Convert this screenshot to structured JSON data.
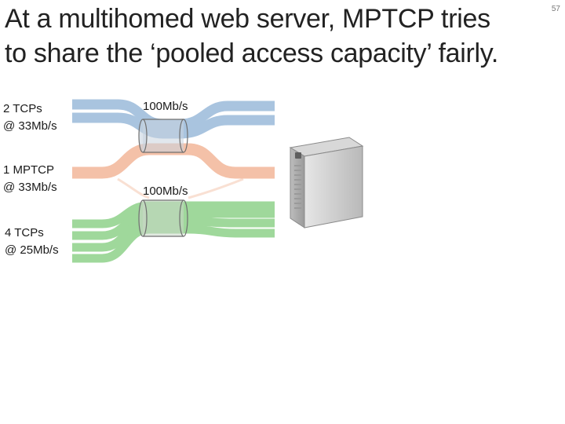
{
  "slide": {
    "title_line1": "At a multihomed web server, MPTCP tries",
    "title_line2": "to share the ‘pooled access capacity’ fairly.",
    "page_number": "57"
  },
  "groups": [
    {
      "id": "tcp2",
      "line1": "2 TCPs",
      "line2": "@ 33Mb/s",
      "color": "#a9c4df"
    },
    {
      "id": "mptcp1",
      "line1": "1 MPTCP",
      "line2": "@ 33Mb/s",
      "color": "#f4c1a8"
    },
    {
      "id": "tcp4",
      "line1": "4 TCPs",
      "line2": "@ 25Mb/s",
      "color": "#9fd89b"
    }
  ],
  "links": [
    {
      "id": "link-top",
      "capacity": "100Mb/s"
    },
    {
      "id": "link-bottom",
      "capacity": "100Mb/s"
    }
  ],
  "icons": {
    "server": "web-server-icon"
  }
}
